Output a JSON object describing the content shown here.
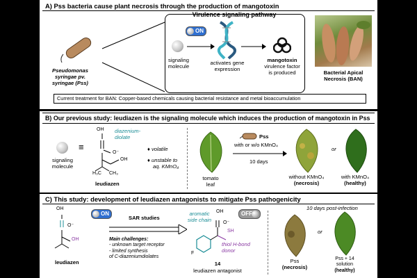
{
  "sectionA": {
    "title": "A) Pss bacteria cause plant necrosis through the production of mangotoxin",
    "bacterium_name": [
      "Pseudomonas",
      "syringae pv.",
      "syringae (Pss)"
    ],
    "pathway_title": "Virulence signaling pathway",
    "toggle_on": "ON",
    "signaling_label": [
      "signaling",
      "molecule"
    ],
    "gene_label": [
      "activates gene",
      "expression"
    ],
    "mangotoxin_label": "mangotoxin",
    "mangotoxin_sub": [
      "virulence factor",
      "is produced"
    ],
    "ban_label": [
      "Bacterial Apical",
      "Necrosis (BAN)"
    ],
    "treatment": "Current treatment for BAN: Copper-based chemicals causing bacterial resistance and metal bioaccumulation"
  },
  "sectionB": {
    "title": "B) Our previous study: leudiazen is the signaling molecule which induces the production of mangotoxin in Pss",
    "signaling_label": [
      "signaling",
      "molecule"
    ],
    "equiv": "≡",
    "diazenium": [
      "diazenium-",
      "diolate"
    ],
    "compound": "leudiazen",
    "prop1": "volatile",
    "prop2": [
      "unstable to",
      "aq. KMnO₄"
    ],
    "leaf_label": [
      "tomato",
      "leaf"
    ],
    "pss": "Pss",
    "condition": "with or w/o KMnO₄",
    "duration": "10 days",
    "result1": [
      "without KMnO₄",
      "(necrosis)"
    ],
    "or": "or",
    "result2": [
      "with KMnO₄",
      "(healthy)"
    ]
  },
  "sectionC": {
    "title": "C) This study: development of leudiazen antagonists to mitigate Pss pathogenicity",
    "toggle_on": "ON",
    "toggle_off": "OFF",
    "compound": "leudiazen",
    "sar": "SAR studies",
    "challenges_title": "Main challenges:",
    "challenges": [
      "- unknown target receptor",
      "- limited synthesis",
      "of C-diazeniumdiolates"
    ],
    "aromatic": [
      "aromatic",
      "side chain"
    ],
    "thiol": [
      "thiol H-bond",
      "donor"
    ],
    "antagonist_num": "14",
    "antagonist_label": "leudiazen antagonist",
    "post_infection": "10 days post-infection",
    "result1": [
      "Pss",
      "(necrosis)"
    ],
    "or": "or",
    "result2": [
      "Pss + 14",
      "solution",
      "(healthy)"
    ]
  },
  "chem": {
    "oh": "OH",
    "o_minus": "O⁻",
    "h3c": "H₃C",
    "ch3": "CH₃",
    "sh": "SH",
    "f": "F"
  },
  "colors": {
    "teal": "#1b8d96",
    "purple": "#8a3aa3",
    "toggle_on": "#2f6fd0",
    "toggle_off": "#9a9a9a"
  },
  "icons": [
    "bacterium-icon",
    "sphere-icon",
    "dna-icon",
    "biohazard-icon",
    "leaf-icon",
    "toggle-switch-icon"
  ]
}
